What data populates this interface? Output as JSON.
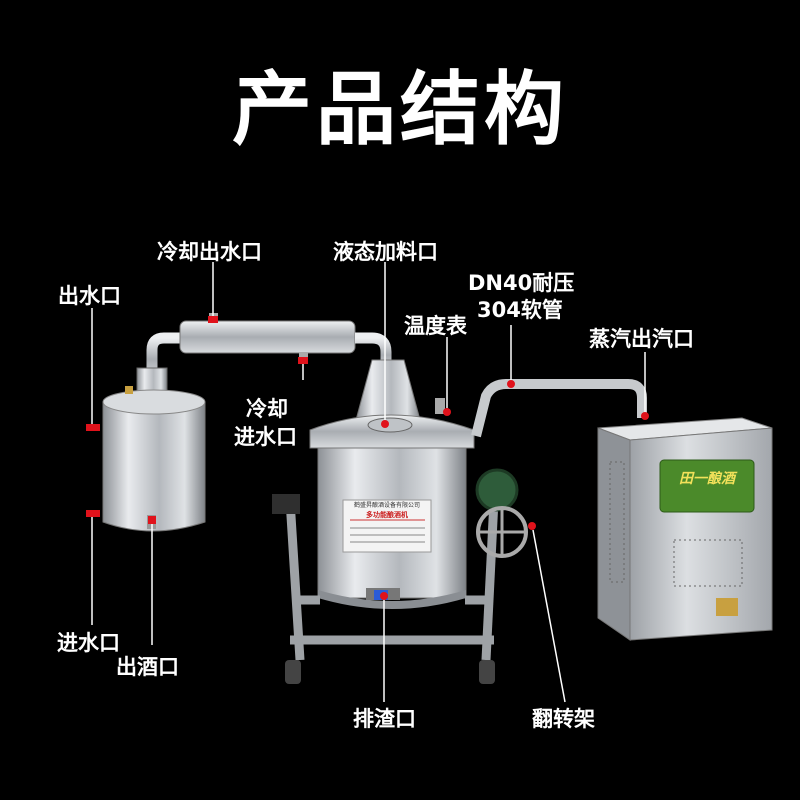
{
  "title": "产品结构",
  "labels": {
    "cooling_outlet": "冷却出水口",
    "liquid_feed_port": "液态加料口",
    "dn40_line1": "DN40耐压",
    "dn40_line2": "304软管",
    "water_outlet": "出水口",
    "thermometer": "温度表",
    "steam_outlet": "蒸汽出汽口",
    "cooling_inlet_line1": "冷却",
    "cooling_inlet_line2": "进水口",
    "water_inlet": "进水口",
    "liquor_outlet": "出酒口",
    "residue_outlet": "排渣口",
    "tilt_frame": "翻转架"
  },
  "pot_plate": {
    "company": "鹤盛昇酿酒设备有限公司",
    "model": "多功能酿酒机"
  },
  "boiler_logo": "田一酿酒",
  "colors": {
    "background": "#000000",
    "text": "#ffffff",
    "marker": "#e0121b",
    "leader": "#ffffff",
    "steel": "#c9ccd0",
    "logo_green": "#4b8a2a"
  }
}
